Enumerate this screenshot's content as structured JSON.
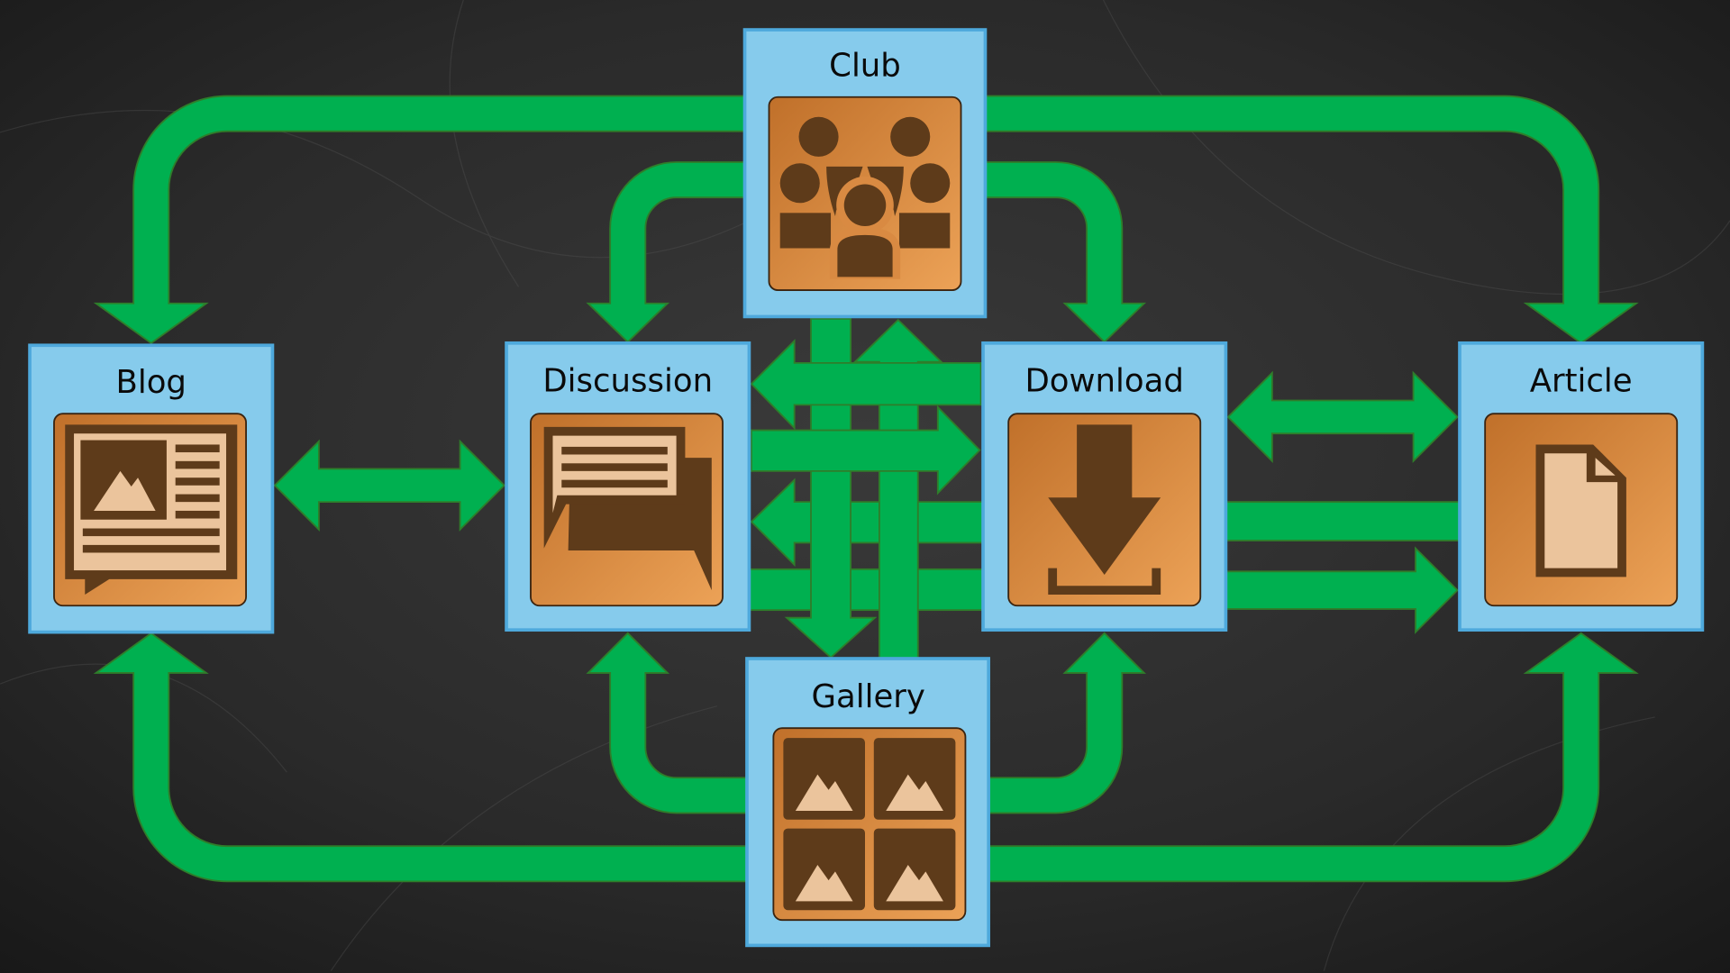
{
  "nodes": {
    "club": {
      "label": "Club",
      "icon": "group-people-icon"
    },
    "blog": {
      "label": "Blog",
      "icon": "blog-page-icon"
    },
    "discussion": {
      "label": "Discussion",
      "icon": "speech-bubbles-icon"
    },
    "download": {
      "label": "Download",
      "icon": "download-icon"
    },
    "article": {
      "label": "Article",
      "icon": "document-icon"
    },
    "gallery": {
      "label": "Gallery",
      "icon": "image-gallery-icon"
    }
  },
  "colors": {
    "arrow": "#00b050",
    "box": "#86cbec",
    "tile_dark": "#c4752a",
    "tile_light": "#eba055",
    "glyph": "#5e3b1a",
    "background": "#262626"
  }
}
